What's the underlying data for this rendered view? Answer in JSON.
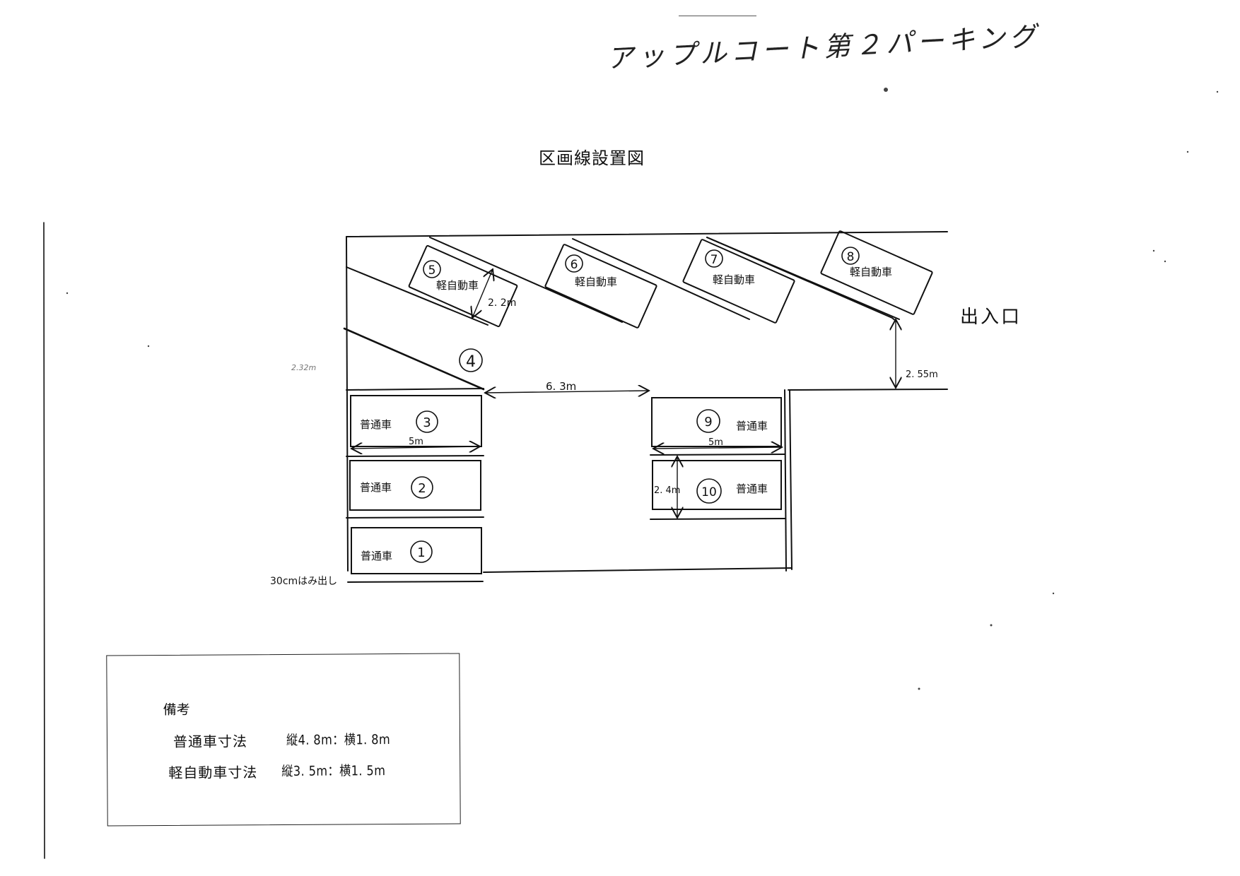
{
  "document": {
    "handwritten_title": "アップルコート第２パーキング",
    "title": "区画線設置図",
    "entrance_label": "出入口"
  },
  "spaces": [
    {
      "number": "1",
      "type": "普通車"
    },
    {
      "number": "2",
      "type": "普通車"
    },
    {
      "number": "3",
      "type": "普通車"
    },
    {
      "number": "4",
      "type": ""
    },
    {
      "number": "5",
      "type": "軽自動車"
    },
    {
      "number": "6",
      "type": "軽自動車"
    },
    {
      "number": "7",
      "type": "軽自動車"
    },
    {
      "number": "8",
      "type": "軽自動車"
    },
    {
      "number": "9",
      "type": "普通車"
    },
    {
      "number": "10",
      "type": "普通車"
    }
  ],
  "dimensions": {
    "kei_width": "2. 2m",
    "aisle_width": "6. 3m",
    "entrance_width": "2. 55m",
    "regular_length_left": "5m",
    "regular_length_right": "5m",
    "regular_width": "2. 4m",
    "overhang_note": "30cmはみ出し",
    "faint_left_note": "2.32m"
  },
  "remarks": {
    "title": "備考",
    "rows": [
      {
        "label": "普通車寸法",
        "value": "縦4. 8m：横1. 8m"
      },
      {
        "label": "軽自動車寸法",
        "value": "縦3. 5m：横1. 5m"
      }
    ]
  }
}
